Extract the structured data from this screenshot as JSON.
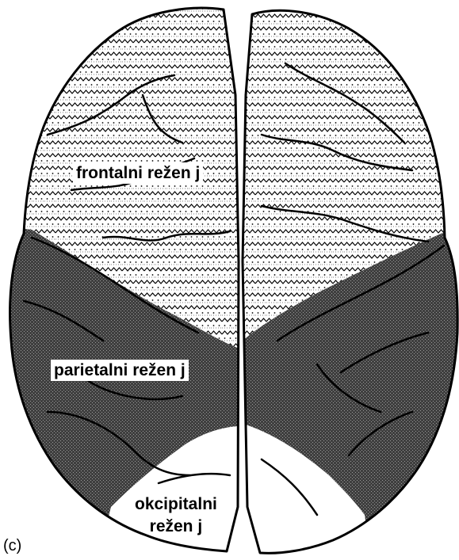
{
  "figure": {
    "panel_label": "(c)",
    "lobes": {
      "frontal": "frontalni režen j",
      "parietal": "parietalni režen j",
      "occipital_line1": "okcipitalni",
      "occipital_line2": "režen j"
    }
  },
  "colors": {
    "outline": "#000000",
    "parietal_fill": "#5a5a5a",
    "frontal_pattern": "#000000",
    "background": "#ffffff"
  }
}
